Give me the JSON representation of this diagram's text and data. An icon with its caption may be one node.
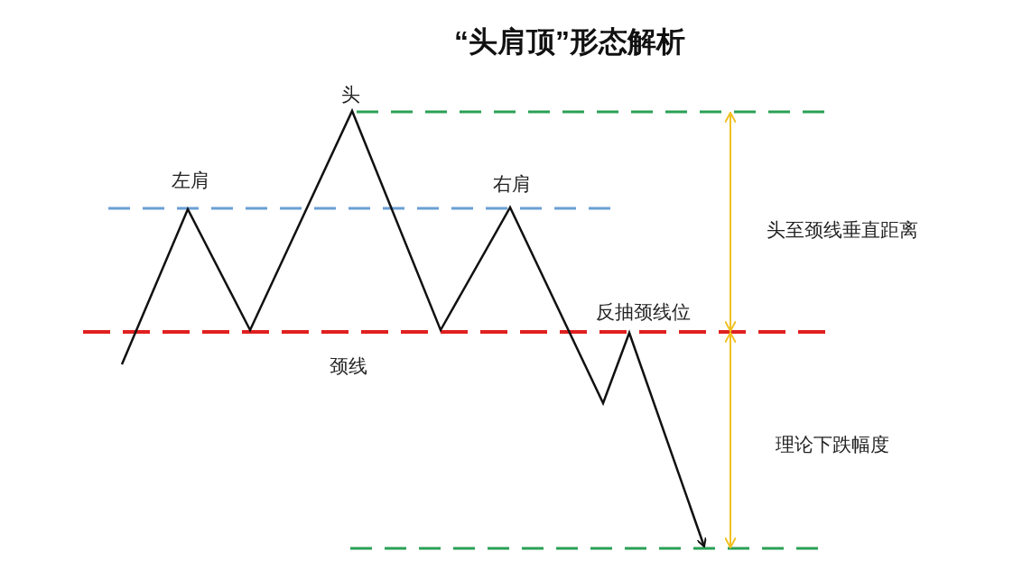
{
  "diagram": {
    "title": "“头肩顶”形态解析",
    "labels": [
      "头",
      "左肩",
      "右肩",
      "头至颈线垂直距离",
      "反抽颈线位",
      "颈线",
      "理论下跌幅度"
    ]
  }
}
